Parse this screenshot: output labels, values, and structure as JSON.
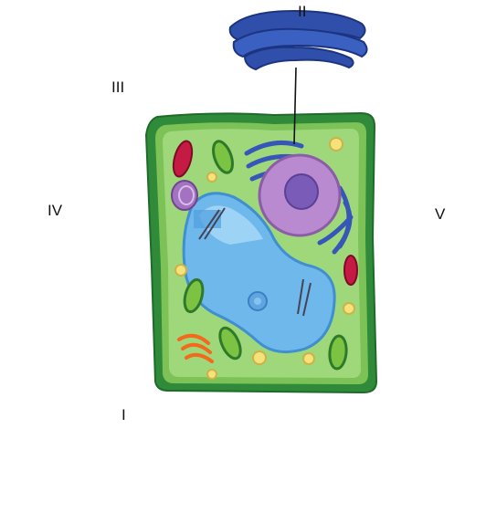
{
  "labels": {
    "I": "I",
    "II": "II",
    "III": "III",
    "IV": "IV",
    "V": "V"
  },
  "colors": {
    "cell_wall": "#2f8a3a",
    "cytoplasm": "#8fd16a",
    "vacuole": "#7cc3ef",
    "nucleus": "#b98ad0",
    "nucleolus": "#7a5bb8",
    "golgi": "#f26a1b",
    "er": "#3656b8",
    "chloroplast": "#7cc243",
    "mitochondrion": "#b8143a",
    "leader_line": "#111111"
  }
}
